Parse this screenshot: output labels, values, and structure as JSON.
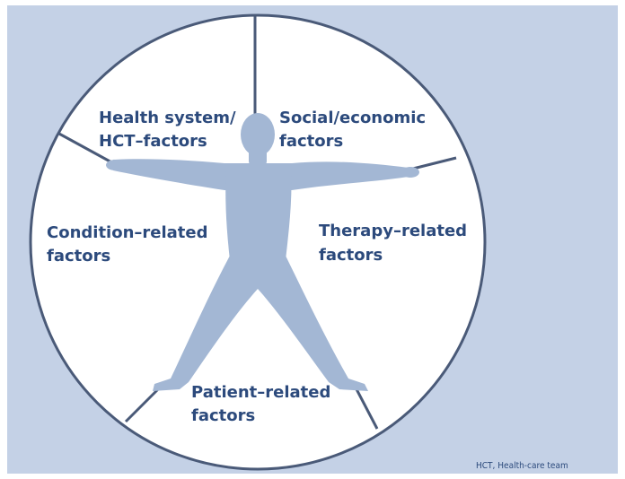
{
  "segments": {
    "health_system": {
      "line1": "Health system/",
      "line2": "HCT–factors"
    },
    "social_economic": {
      "line1": "Social/economic",
      "line2": "factors"
    },
    "condition_related": {
      "line1": "Condition–related",
      "line2": "factors"
    },
    "therapy_related": {
      "line1": "Therapy–related",
      "line2": "factors"
    },
    "patient_related": {
      "line1": "Patient–related",
      "line2": "factors"
    }
  },
  "footnote": "HCT, Health-care team",
  "colors": {
    "background": "#c4d1e6",
    "circle_fill": "#ffffff",
    "circle_stroke": "#4a5a78",
    "figure": "#a3b7d4",
    "text": "#2c4a7c"
  }
}
